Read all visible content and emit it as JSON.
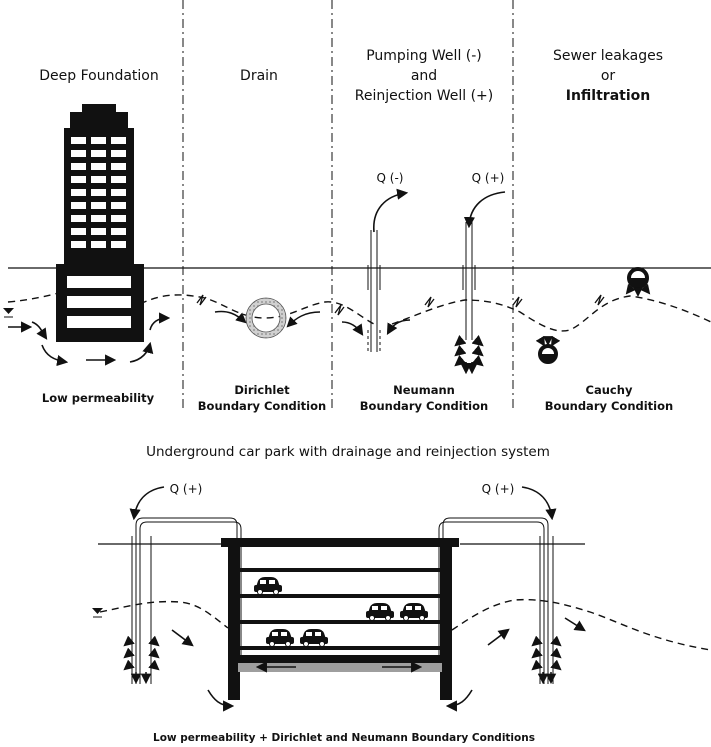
{
  "columns": [
    {
      "header": "Deep Foundation",
      "condition": "Low permeability"
    },
    {
      "header": "Drain",
      "condition_line1": "Dirichlet",
      "condition_line2": "Boundary Condition"
    },
    {
      "header_line1": "Pumping Well (-)",
      "header_line2": "and",
      "header_line3": "Reinjection Well (+)",
      "condition_line1": "Neumann",
      "condition_line2": "Boundary Condition"
    },
    {
      "header_line1": "Sewer leakages",
      "header_line2": "or",
      "header_line3": "Infiltration",
      "condition_line1": "Cauchy",
      "condition_line2": "Boundary Condition"
    }
  ],
  "flows": {
    "pumping": "Q (-)",
    "reinjection": "Q (+)"
  },
  "car_park": {
    "title": "Underground car park with drainage and reinjection system",
    "flow_left": "Q (+)",
    "flow_right": "Q (+)",
    "caption": "Low permeability + Dirichlet and Neumann Boundary Conditions"
  },
  "colors": {
    "ink": "#111111",
    "drain_fill": "#bdbdbd",
    "slab_fill": "#9e9e9e"
  }
}
